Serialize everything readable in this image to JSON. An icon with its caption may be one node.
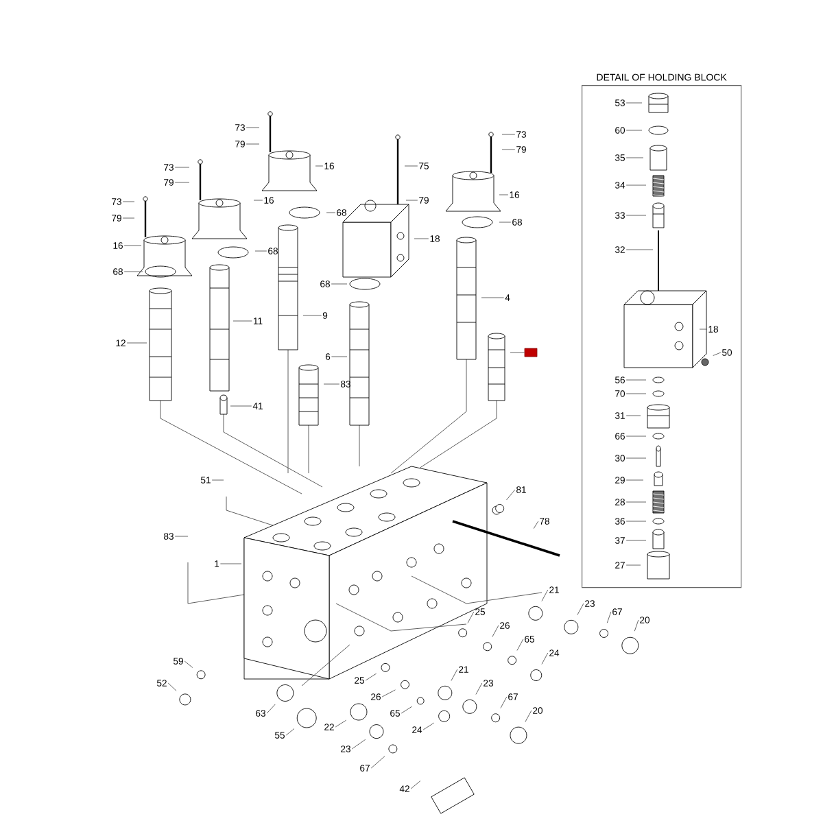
{
  "diagram": {
    "nodes": [
      {
        "text": [
          "73"
        ]
      },
      {
        "text": [
          "79"
        ]
      },
      {
        "text": [
          "16"
        ]
      },
      {
        "text": [
          "68"
        ]
      },
      {
        "text": [
          "12"
        ]
      },
      {
        "text": [
          "73"
        ]
      },
      {
        "text": [
          "79"
        ]
      },
      {
        "text": [
          "16"
        ]
      },
      {
        "text": [
          "68"
        ]
      },
      {
        "text": [
          "11"
        ]
      },
      {
        "text": [
          "41"
        ]
      },
      {
        "text": [
          "73"
        ]
      },
      {
        "text": [
          "79"
        ]
      },
      {
        "text": [
          "16"
        ]
      },
      {
        "text": [
          "68"
        ]
      },
      {
        "text": [
          "9"
        ]
      },
      {
        "text": [
          "83"
        ]
      },
      {
        "text": [
          "6"
        ]
      },
      {
        "text": [
          "75"
        ]
      },
      {
        "text": [
          "79"
        ]
      },
      {
        "text": [
          "18"
        ]
      },
      {
        "text": [
          "68"
        ]
      },
      {
        "text": [
          "73"
        ]
      },
      {
        "text": [
          "79"
        ]
      },
      {
        "text": [
          "16"
        ]
      },
      {
        "text": [
          "68"
        ]
      },
      {
        "text": [
          "4"
        ]
      },
      {
        "text": [],
        "shape": "box"
      },
      {
        "text": [
          "51"
        ]
      },
      {
        "text": [
          "83"
        ]
      },
      {
        "text": [
          "1"
        ]
      },
      {
        "text": [
          "81"
        ]
      },
      {
        "text": [
          "78"
        ]
      },
      {
        "text": [
          "21"
        ]
      },
      {
        "text": [
          "23"
        ]
      },
      {
        "text": [
          "67"
        ]
      },
      {
        "text": [
          "20"
        ]
      },
      {
        "text": [
          "25"
        ]
      },
      {
        "text": [
          "26"
        ]
      },
      {
        "text": [
          "65"
        ]
      },
      {
        "text": [
          "24"
        ]
      },
      {
        "text": [
          "21"
        ]
      },
      {
        "text": [
          "23"
        ]
      },
      {
        "text": [
          "67"
        ]
      },
      {
        "text": [
          "20"
        ]
      },
      {
        "text": [
          "25"
        ]
      },
      {
        "text": [
          "26"
        ]
      },
      {
        "text": [
          "65"
        ]
      },
      {
        "text": [
          "24"
        ]
      },
      {
        "text": [
          "59"
        ]
      },
      {
        "text": [
          "52"
        ]
      },
      {
        "text": [
          "63"
        ]
      },
      {
        "text": [
          "55"
        ]
      },
      {
        "text": [
          "22"
        ]
      },
      {
        "text": [
          "23"
        ]
      },
      {
        "text": [
          "67"
        ]
      },
      {
        "text": [
          "42"
        ]
      },
      {
        "text": [
          "DETAIL OF HOLDING BLOCK"
        ]
      },
      {
        "text": [
          "53"
        ],
        "in": 57
      },
      {
        "text": [
          "60"
        ],
        "in": 57
      },
      {
        "text": [
          "35"
        ],
        "in": 57
      },
      {
        "text": [
          "34"
        ],
        "in": 57
      },
      {
        "text": [
          "33"
        ],
        "in": 57
      },
      {
        "text": [
          "32"
        ],
        "in": 57
      },
      {
        "text": [
          "18"
        ],
        "in": 57
      },
      {
        "text": [
          "50"
        ],
        "in": 57
      },
      {
        "text": [
          "56"
        ],
        "in": 57
      },
      {
        "text": [
          "70"
        ],
        "in": 57
      },
      {
        "text": [
          "31"
        ],
        "in": 57
      },
      {
        "text": [
          "66"
        ],
        "in": 57
      },
      {
        "text": [
          "30"
        ],
        "in": 57
      },
      {
        "text": [
          "29"
        ],
        "in": 57
      },
      {
        "text": [
          "28"
        ],
        "in": 57
      },
      {
        "text": [
          "36"
        ],
        "in": 57
      },
      {
        "text": [
          "37"
        ],
        "in": 57
      },
      {
        "text": [
          "27"
        ],
        "in": 57
      }
    ],
    "edges": [
      {
        "from": 0,
        "to": null,
        "arrow": "none"
      },
      {
        "from": 1,
        "to": null,
        "arrow": "none"
      },
      {
        "from": 2,
        "to": null,
        "arrow": "none"
      },
      {
        "from": 3,
        "to": null,
        "arrow": "none"
      },
      {
        "from": 4,
        "to": null,
        "arrow": "none"
      },
      {
        "from": 5,
        "to": null,
        "arrow": "none"
      },
      {
        "from": 6,
        "to": null,
        "arrow": "none"
      },
      {
        "from": 7,
        "to": null,
        "arrow": "none"
      },
      {
        "from": 8,
        "to": null,
        "arrow": "none"
      },
      {
        "from": 9,
        "to": null,
        "arrow": "none"
      },
      {
        "from": 10,
        "to": null,
        "arrow": "none"
      },
      {
        "from": 11,
        "to": null,
        "arrow": "none"
      },
      {
        "from": 12,
        "to": null,
        "arrow": "none"
      },
      {
        "from": 13,
        "to": null,
        "arrow": "none"
      },
      {
        "from": 14,
        "to": null,
        "arrow": "none"
      },
      {
        "from": 15,
        "to": null,
        "arrow": "none"
      },
      {
        "from": 16,
        "to": null,
        "arrow": "none"
      },
      {
        "from": 17,
        "to": null,
        "arrow": "none"
      },
      {
        "from": 18,
        "to": null,
        "arrow": "none"
      },
      {
        "from": 19,
        "to": null,
        "arrow": "none"
      },
      {
        "from": 20,
        "to": null,
        "arrow": "none"
      },
      {
        "from": 21,
        "to": null,
        "arrow": "none"
      },
      {
        "from": 22,
        "to": null,
        "arrow": "none"
      },
      {
        "from": 23,
        "to": null,
        "arrow": "none"
      },
      {
        "from": 24,
        "to": null,
        "arrow": "none"
      },
      {
        "from": 25,
        "to": null,
        "arrow": "none"
      },
      {
        "from": 26,
        "to": null,
        "arrow": "none"
      },
      {
        "from": 27,
        "to": null,
        "arrow": "none"
      },
      {
        "from": 28,
        "to": null,
        "arrow": "none"
      },
      {
        "from": 29,
        "to": null,
        "arrow": "none"
      },
      {
        "from": 30,
        "to": null,
        "arrow": "none"
      },
      {
        "from": 31,
        "to": null,
        "arrow": "none"
      },
      {
        "from": 32,
        "to": null,
        "arrow": "none"
      },
      {
        "from": 33,
        "to": null,
        "arrow": "none"
      },
      {
        "from": 34,
        "to": null,
        "arrow": "none"
      },
      {
        "from": 35,
        "to": null,
        "arrow": "none"
      },
      {
        "from": 36,
        "to": null,
        "arrow": "none"
      },
      {
        "from": 37,
        "to": null,
        "arrow": "none"
      },
      {
        "from": 38,
        "to": null,
        "arrow": "none"
      },
      {
        "from": 39,
        "to": null,
        "arrow": "none"
      },
      {
        "from": 40,
        "to": null,
        "arrow": "none"
      },
      {
        "from": 41,
        "to": null,
        "arrow": "none"
      },
      {
        "from": 42,
        "to": null,
        "arrow": "none"
      },
      {
        "from": 43,
        "to": null,
        "arrow": "none"
      },
      {
        "from": 44,
        "to": null,
        "arrow": "none"
      },
      {
        "from": 45,
        "to": null,
        "arrow": "none"
      },
      {
        "from": 46,
        "to": null,
        "arrow": "none"
      },
      {
        "from": 47,
        "to": null,
        "arrow": "none"
      },
      {
        "from": 48,
        "to": null,
        "arrow": "none"
      },
      {
        "from": 49,
        "to": null,
        "arrow": "none"
      },
      {
        "from": 50,
        "to": null,
        "arrow": "none"
      },
      {
        "from": 51,
        "to": null,
        "arrow": "none"
      },
      {
        "from": 52,
        "to": null,
        "arrow": "none"
      },
      {
        "from": 53,
        "to": null,
        "arrow": "none"
      },
      {
        "from": 54,
        "to": null,
        "arrow": "none"
      },
      {
        "from": 55,
        "to": null,
        "arrow": "none"
      },
      {
        "from": 56,
        "to": null,
        "arrow": "none"
      },
      {
        "from": 58,
        "to": null,
        "arrow": "none"
      },
      {
        "from": 59,
        "to": null,
        "arrow": "none"
      },
      {
        "from": 60,
        "to": null,
        "arrow": "none"
      },
      {
        "from": 61,
        "to": null,
        "arrow": "none"
      },
      {
        "from": 62,
        "to": null,
        "arrow": "none"
      },
      {
        "from": 63,
        "to": null,
        "arrow": "none"
      },
      {
        "from": 64,
        "to": null,
        "arrow": "none"
      },
      {
        "from": 65,
        "to": null,
        "arrow": "none"
      },
      {
        "from": 66,
        "to": null,
        "arrow": "none"
      },
      {
        "from": 67,
        "to": null,
        "arrow": "none"
      },
      {
        "from": 68,
        "to": null,
        "arrow": "none"
      },
      {
        "from": 69,
        "to": null,
        "arrow": "none"
      },
      {
        "from": 70,
        "to": null,
        "arrow": "none"
      },
      {
        "from": 71,
        "to": null,
        "arrow": "none"
      },
      {
        "from": 72,
        "to": null,
        "arrow": "none"
      },
      {
        "from": 73,
        "to": null,
        "arrow": "none"
      },
      {
        "from": 74,
        "to": null,
        "arrow": "none"
      },
      {
        "from": 75,
        "to": null,
        "arrow": "none"
      }
    ]
  }
}
